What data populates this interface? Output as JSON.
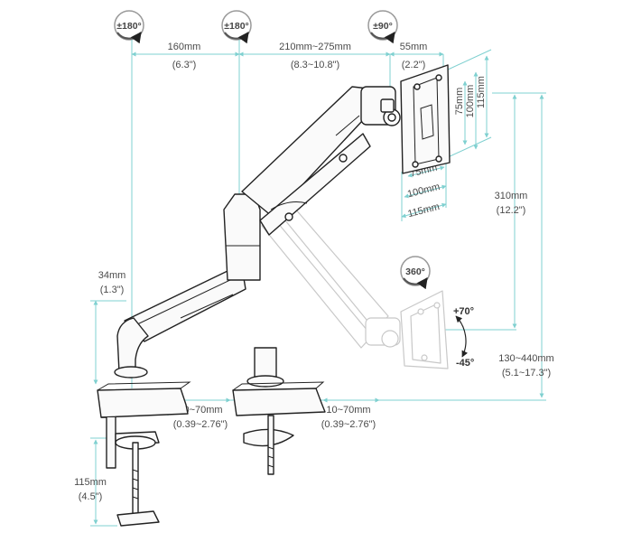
{
  "rotation_badges": [
    {
      "label": "±180°"
    },
    {
      "label": "±180°"
    },
    {
      "label": "±90°"
    },
    {
      "label": "360°"
    }
  ],
  "top_dimensions": [
    {
      "mm": "160mm",
      "inch": "(6.3\")"
    },
    {
      "mm": "210mm~275mm",
      "inch": "(8.3~10.8\")"
    },
    {
      "mm": "55mm",
      "inch": "(2.2\")"
    }
  ],
  "vesa_vertical": [
    "75mm",
    "100mm",
    "115mm"
  ],
  "vesa_horizontal": [
    "75mm",
    "100mm",
    "115mm"
  ],
  "height_above_pivot": {
    "mm": "310mm",
    "inch": "(12.2\")"
  },
  "lower_arm_height": {
    "mm": "34mm",
    "inch": "(1.3\")"
  },
  "tilt": {
    "up": "+70°",
    "down": "-45°"
  },
  "height_range": {
    "mm": "130~440mm",
    "inch": "(5.1~17.3\")"
  },
  "clamp_range_1": {
    "mm": "10~70mm",
    "inch": "(0.39~2.76\")"
  },
  "clamp_range_2": {
    "mm": "10~70mm",
    "inch": "(0.39~2.76\")"
  },
  "clamp_depth": {
    "mm": "115mm",
    "inch": "(4.5\")"
  }
}
